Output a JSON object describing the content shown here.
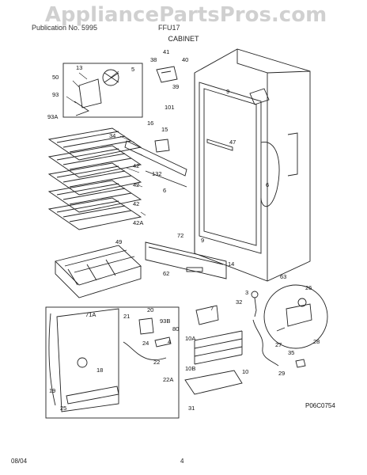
{
  "watermark": "AppliancePartsPros.com",
  "header": {
    "left": "Publication No. 5995",
    "model": "FFU17",
    "section": "CABINET"
  },
  "diagram_code": "P06C0754",
  "footer": {
    "date": "08/04",
    "page": "4"
  },
  "callouts": [
    "41",
    "38",
    "40",
    "5",
    "50",
    "13",
    "39",
    "93",
    "93A",
    "101",
    "9",
    "16",
    "15",
    "47",
    "34",
    "42",
    "132",
    "6",
    "42",
    "42",
    "42A",
    "6",
    "72",
    "9",
    "49",
    "14",
    "62",
    "63",
    "3",
    "26",
    "71A",
    "20",
    "32",
    "21",
    "93B",
    "80",
    "7",
    "24",
    "4",
    "10A",
    "27",
    "18",
    "22",
    "35",
    "28",
    "22A",
    "10B",
    "10",
    "29",
    "19",
    "25",
    "31"
  ]
}
